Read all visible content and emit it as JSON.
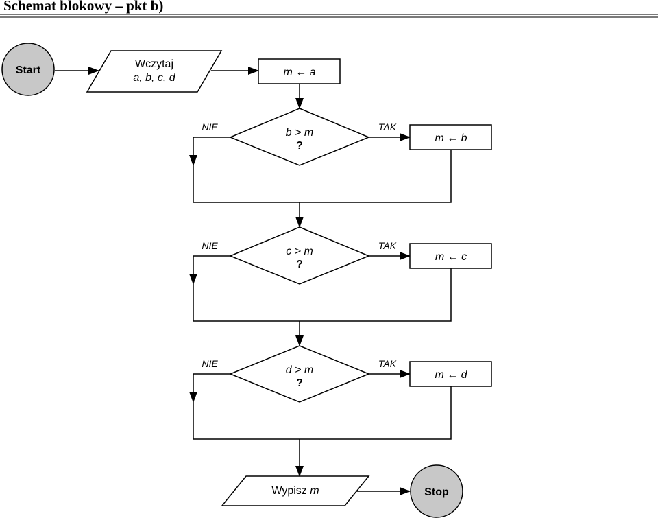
{
  "title": "Schemat blokowy – pkt b)",
  "nodes": {
    "start": "Start",
    "input_line1": "Wczytaj",
    "input_line2": "a, b, c, d",
    "assign_a": "m ← a",
    "dec1_line1": "b > m",
    "dec2_line1": "c > m",
    "dec3_line1": "d > m",
    "question_mark": "?",
    "assign_b": "m ← b",
    "assign_c": "m ← c",
    "assign_d": "m ← d",
    "output_word": "Wypisz",
    "output_var": "m",
    "stop": "Stop"
  },
  "branch_labels": {
    "yes": "TAK",
    "no": "NIE"
  },
  "colors": {
    "terminal_fill": "#c8c8c8",
    "stroke": "#000000"
  }
}
